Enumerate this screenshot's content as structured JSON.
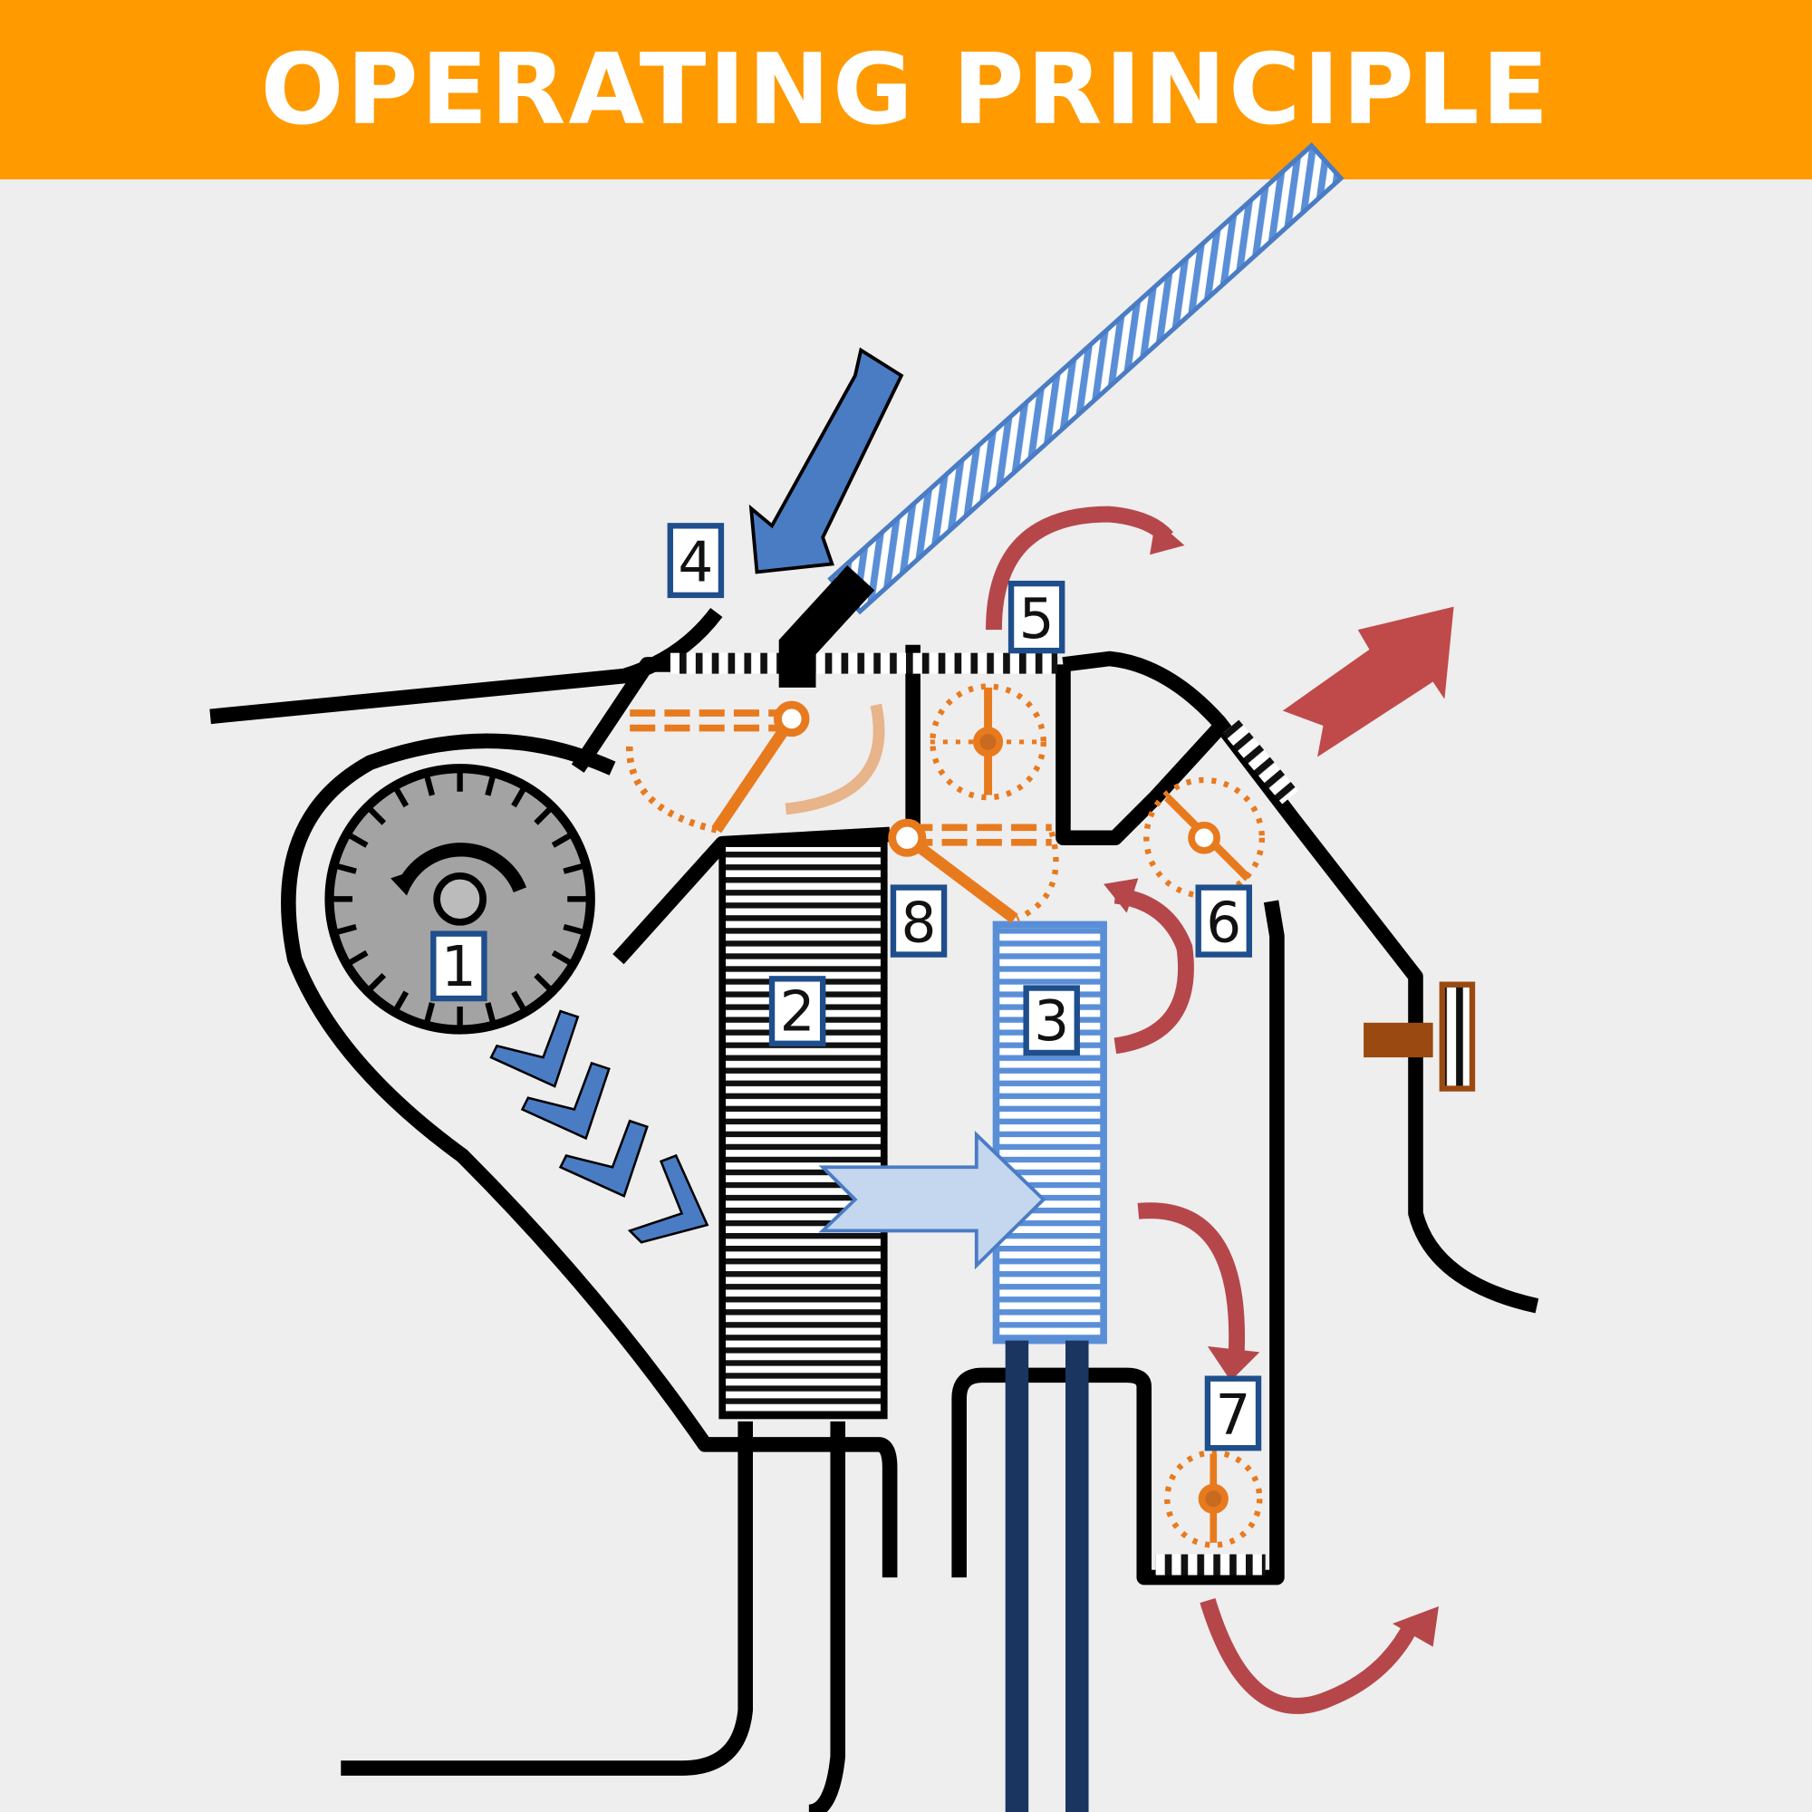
{
  "header": {
    "title": "OPERATING PRINCIPLE"
  },
  "labels": [
    "1",
    "2",
    "3",
    "4",
    "5",
    "6",
    "7",
    "8"
  ],
  "colors": {
    "header": "#ff9a00",
    "orange": "#e87a1e",
    "blue": "#4a7cc4",
    "red": "#b5474b",
    "navy": "#1a3560"
  }
}
